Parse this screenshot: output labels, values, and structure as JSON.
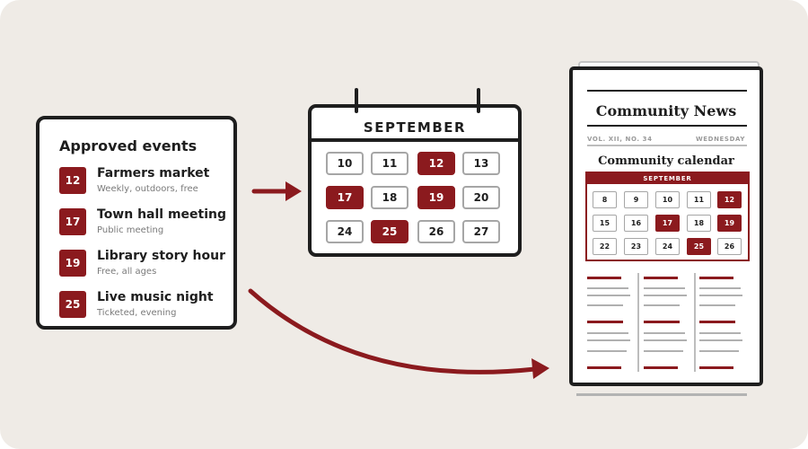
{
  "colors": {
    "accent": "#8b1a1e",
    "ink": "#1e1e1e",
    "background": "#efebe6",
    "muted": "#a6a6a6"
  },
  "events_card": {
    "title": "Approved events",
    "events": [
      {
        "day": "12",
        "name": "Farmers market",
        "detail": "Weekly, outdoors, free"
      },
      {
        "day": "17",
        "name": "Town hall meeting",
        "detail": "Public meeting"
      },
      {
        "day": "19",
        "name": "Library story hour",
        "detail": "Free, all ages"
      },
      {
        "day": "25",
        "name": "Live music night",
        "detail": "Ticketed, evening"
      }
    ]
  },
  "calendar": {
    "month": "SEPTEMBER",
    "days": [
      {
        "label": "10",
        "highlighted": false
      },
      {
        "label": "11",
        "highlighted": false
      },
      {
        "label": "12",
        "highlighted": true
      },
      {
        "label": "13",
        "highlighted": false
      },
      {
        "label": "17",
        "highlighted": true
      },
      {
        "label": "18",
        "highlighted": false
      },
      {
        "label": "19",
        "highlighted": true
      },
      {
        "label": "20",
        "highlighted": false
      },
      {
        "label": "24",
        "highlighted": false
      },
      {
        "label": "25",
        "highlighted": true
      },
      {
        "label": "26",
        "highlighted": false
      },
      {
        "label": "27",
        "highlighted": false
      }
    ]
  },
  "newspaper": {
    "title": "Community News",
    "volume": "VOL. XII, NO. 34",
    "weekday": "WEDNESDAY",
    "section_title": "Community calendar",
    "calendar_month": "SEPTEMBER",
    "calendar_days": [
      {
        "label": "8",
        "highlighted": false
      },
      {
        "label": "9",
        "highlighted": false
      },
      {
        "label": "10",
        "highlighted": false
      },
      {
        "label": "11",
        "highlighted": false
      },
      {
        "label": "12",
        "highlighted": true
      },
      {
        "label": "15",
        "highlighted": false
      },
      {
        "label": "16",
        "highlighted": false
      },
      {
        "label": "17",
        "highlighted": true
      },
      {
        "label": "18",
        "highlighted": false
      },
      {
        "label": "19",
        "highlighted": true
      },
      {
        "label": "22",
        "highlighted": false
      },
      {
        "label": "23",
        "highlighted": false
      },
      {
        "label": "24",
        "highlighted": false
      },
      {
        "label": "25",
        "highlighted": true
      },
      {
        "label": "26",
        "highlighted": false
      }
    ]
  }
}
